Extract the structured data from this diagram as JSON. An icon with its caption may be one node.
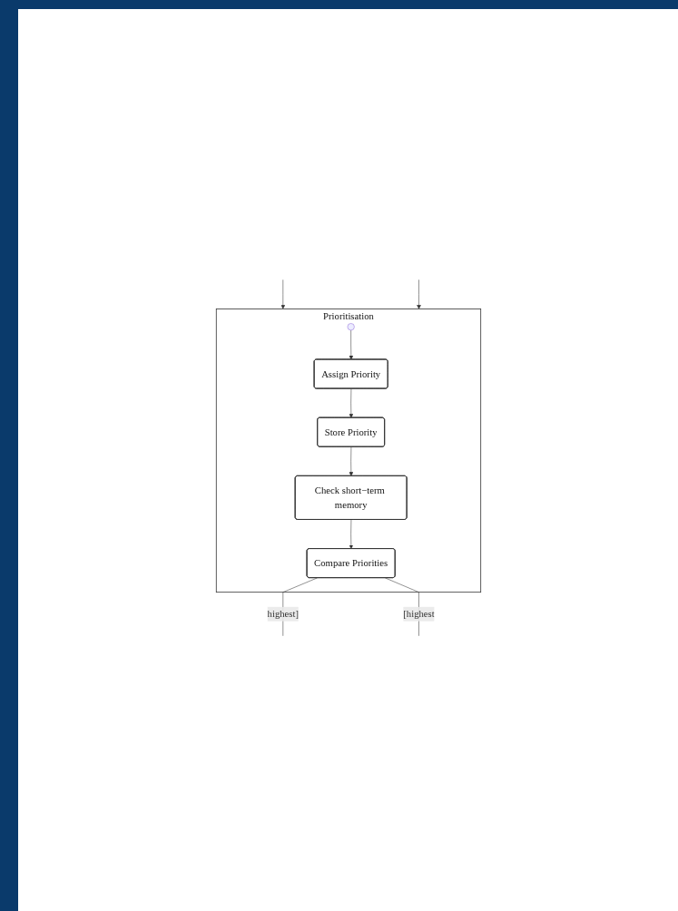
{
  "diagram": {
    "nodes": [
      {
        "text": [
          "Prioritisation"
        ]
      },
      {
        "text": [],
        "shape": "circle",
        "in": 0
      },
      {
        "text": [
          "Assign Priority"
        ],
        "in": 0
      },
      {
        "text": [
          "Store Priority"
        ],
        "in": 0
      },
      {
        "text": [
          "Check short−term memory"
        ],
        "in": 0
      },
      {
        "text": [
          "Compare Priorities"
        ],
        "in": 0
      }
    ],
    "edges": [
      {
        "from": 1,
        "to": 2,
        "arrow": "to"
      },
      {
        "from": 2,
        "to": 3,
        "arrow": "to"
      },
      {
        "from": 3,
        "to": 4,
        "arrow": "to"
      },
      {
        "from": 4,
        "to": 5,
        "arrow": "to"
      },
      {
        "from": 5,
        "to": null,
        "label": "highest]",
        "arrow": "none"
      },
      {
        "from": 5,
        "to": null,
        "label": "[highest",
        "arrow": "none"
      },
      {
        "from": null,
        "to": 0,
        "arrow": "to"
      },
      {
        "from": null,
        "to": 0,
        "arrow": "to"
      }
    ]
  }
}
